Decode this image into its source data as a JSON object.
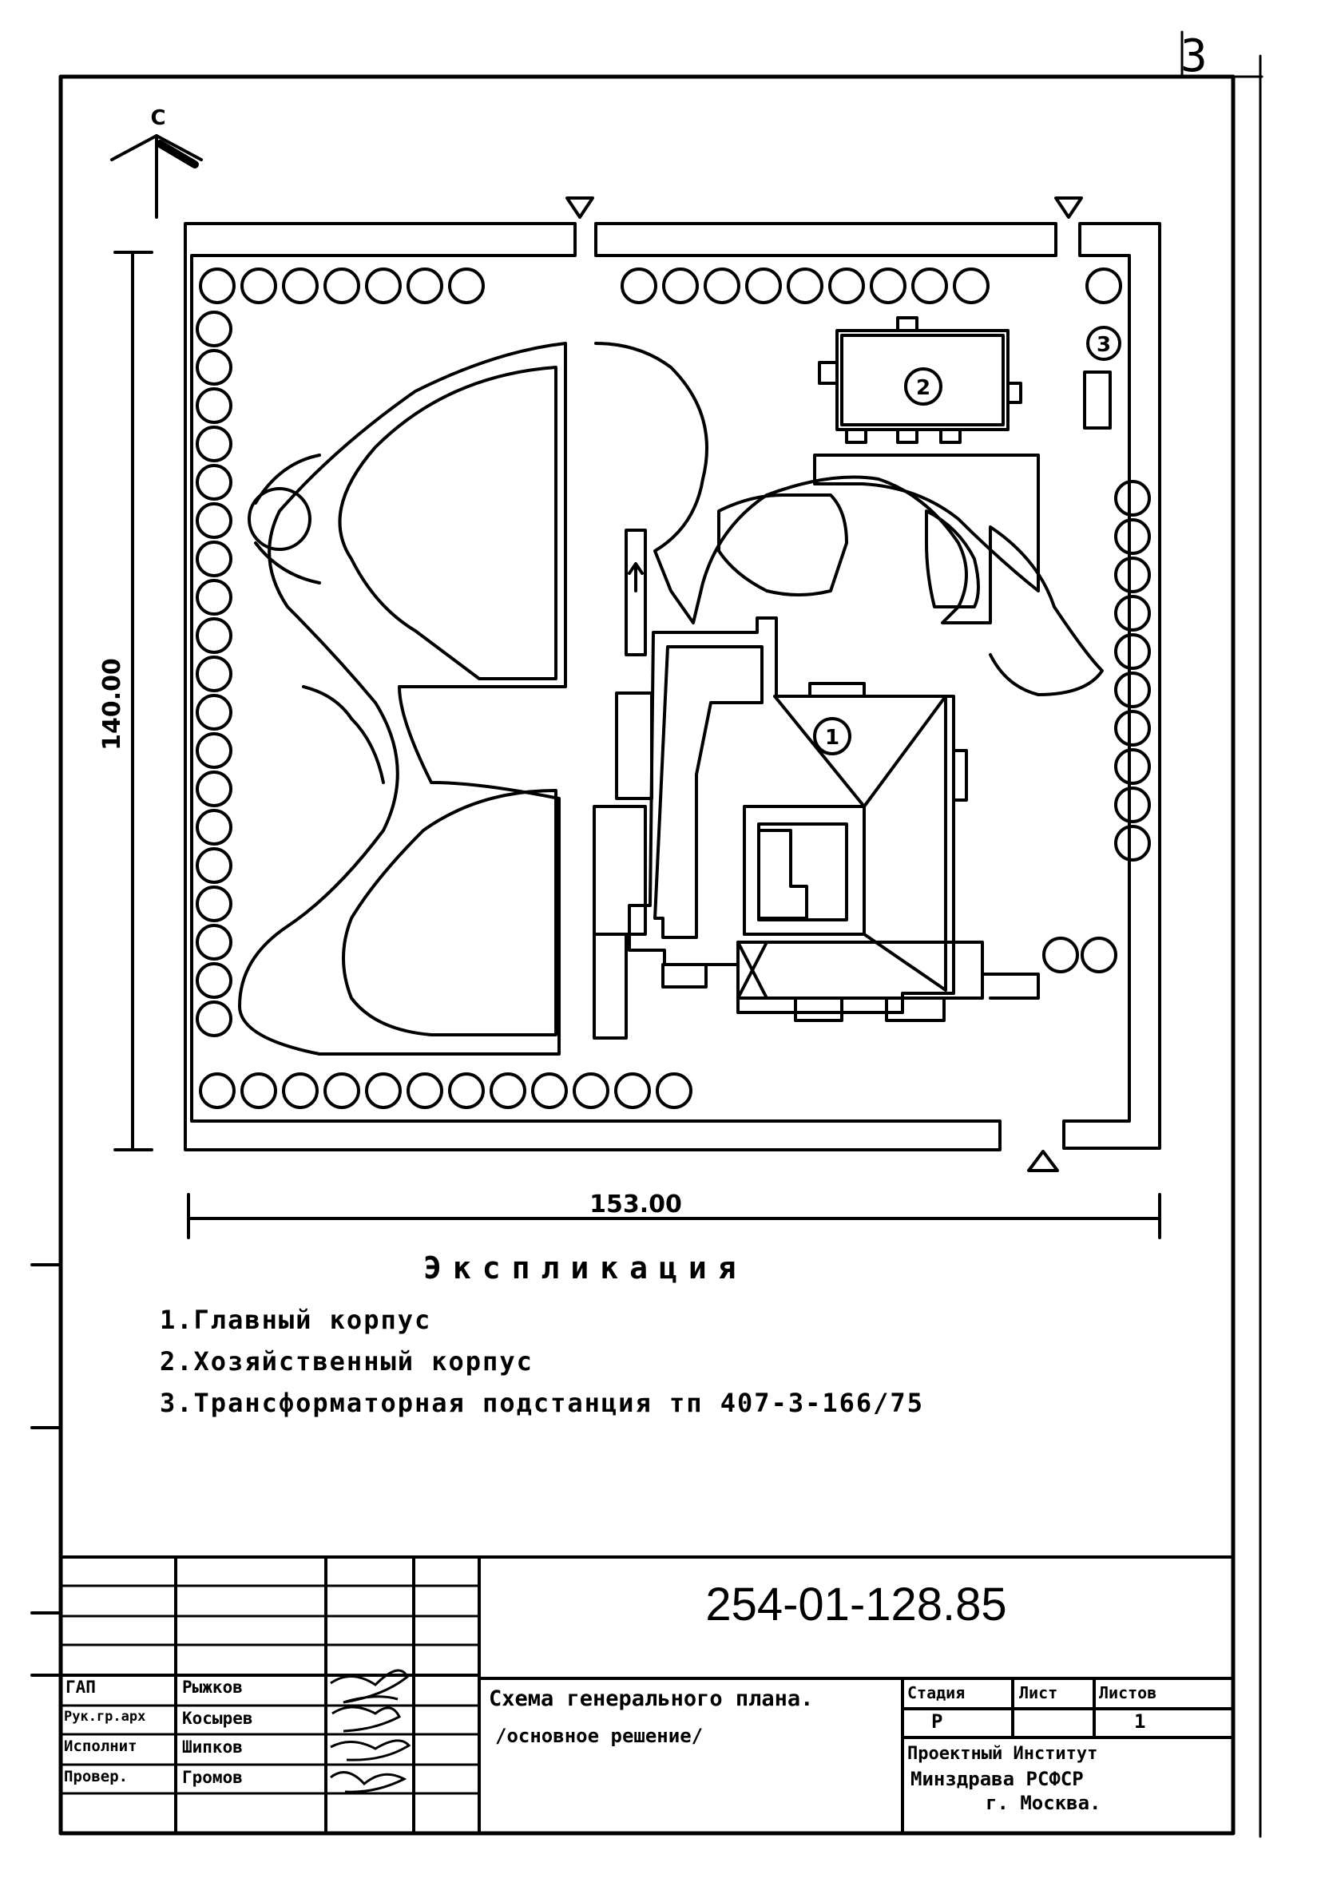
{
  "sheet": {
    "page_number": "3"
  },
  "drawing": {
    "north_label": "С",
    "dimension_height": "140.00",
    "dimension_width": "153.00",
    "building_markers": [
      "1",
      "2",
      "3"
    ]
  },
  "legend": {
    "title": "Экспликация",
    "items": [
      "1.Главный корпус",
      "2.Хозяйственный корпус",
      "3.Трансформаторная подстанция тп 407-3-166/75"
    ]
  },
  "title_block": {
    "code": "254-01-128.85",
    "roles": [
      {
        "role": "ГАП",
        "name": "Рыжков"
      },
      {
        "role": "Рук.гр.арх",
        "name": "Косырев"
      },
      {
        "role": "Исполнит",
        "name": "Шипков"
      },
      {
        "role": "Провер.",
        "name": "Громов"
      }
    ],
    "title_line1": "Схема генерального плана.",
    "title_line2": "/основное решение/",
    "stage_header": "Стадия",
    "sheet_header": "Лист",
    "sheets_header": "Листов",
    "stage_value": "Р",
    "sheets_value": "1",
    "org_line1": "Проектный Институт",
    "org_line2": "Минздрава РСФСР",
    "org_line3": "г. Москва."
  }
}
